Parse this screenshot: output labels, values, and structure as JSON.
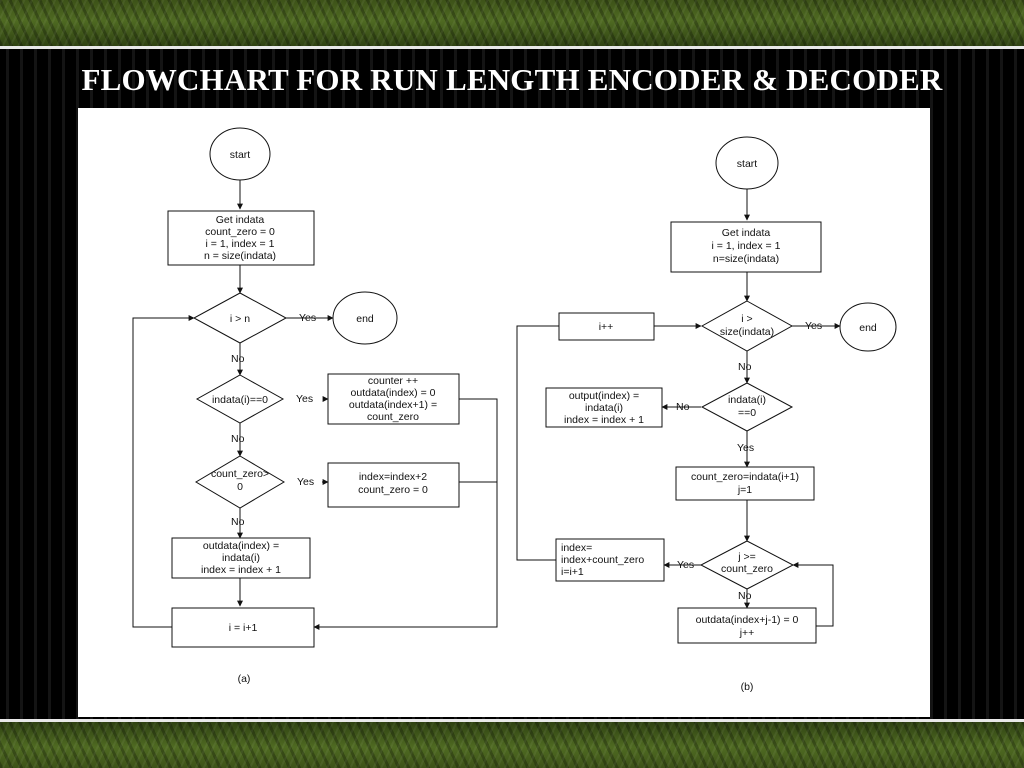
{
  "slide": {
    "title": "FLOWCHART FOR RUN LENGTH ENCODER & DECODER"
  },
  "flow_a": {
    "start": "start",
    "init": [
      "Get indata",
      "count_zero = 0",
      "i = 1, index = 1",
      "n = size(indata)"
    ],
    "cond1": "i > n",
    "end": "end",
    "cond2": "indata(i)==0",
    "counter_box": [
      "counter ++",
      "outdata(index) = 0",
      "outdata(index+1) =",
      "count_zero"
    ],
    "cond3": [
      "count_zero>",
      "0"
    ],
    "index_box": [
      "index=index+2",
      "count_zero = 0"
    ],
    "out_box": [
      "outdata(index) =",
      "indata(i)",
      "index = index + 1"
    ],
    "incr_box": "i = i+1",
    "caption": "(a)"
  },
  "flow_b": {
    "start": "start",
    "init": [
      "Get indata",
      "i = 1, index = 1",
      "n=size(indata)"
    ],
    "cond1": [
      "i >",
      "size(indata)"
    ],
    "end": "end",
    "incr_box": "i++",
    "cond2": [
      "indata(i)",
      "==0"
    ],
    "out_box": [
      "output(index) =",
      "indata(i)",
      "index = index + 1"
    ],
    "cz_box": [
      "count_zero=indata(i+1)",
      "j=1"
    ],
    "cond3": [
      "j >=",
      "count_zero"
    ],
    "index_box": [
      "index=",
      "index+count_zero",
      "i=i+1"
    ],
    "outdata_box": [
      "outdata(index+j-1) = 0",
      "j++"
    ],
    "caption": "(b)"
  },
  "labels": {
    "yes": "Yes",
    "no": "No"
  }
}
